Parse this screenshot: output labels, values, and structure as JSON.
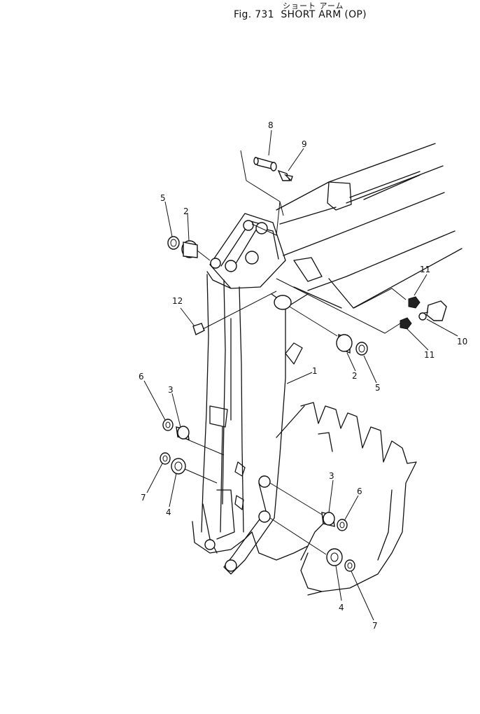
{
  "title": {
    "japanese": "ショート アーム",
    "figure": "Fig. 731",
    "name": "SHORT ARM (OP)"
  },
  "callouts": [
    "1",
    "2",
    "2",
    "3",
    "3",
    "4",
    "4",
    "5",
    "5",
    "6",
    "6",
    "7",
    "7",
    "8",
    "9",
    "10",
    "11",
    "11",
    "12"
  ]
}
